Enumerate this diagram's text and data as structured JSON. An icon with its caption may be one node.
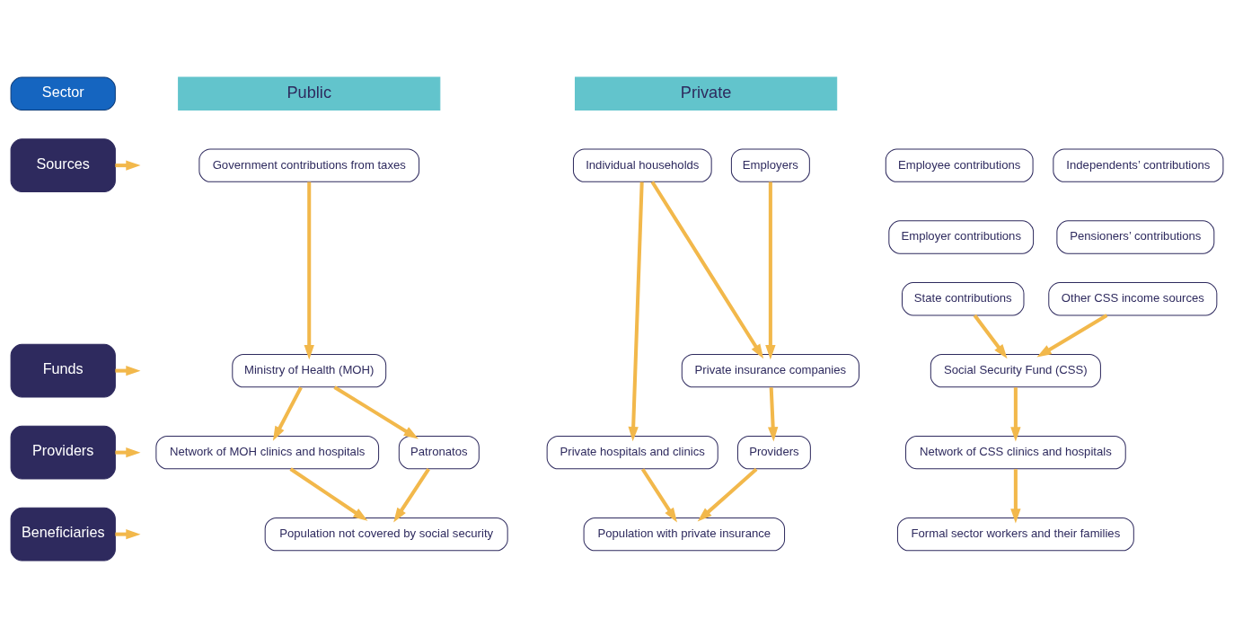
{
  "diagram": {
    "nodes": [
      {
        "text": [
          "Sector"
        ]
      },
      {
        "text": [
          "Sources"
        ]
      },
      {
        "text": [
          "Funds"
        ]
      },
      {
        "text": [
          "Providers"
        ]
      },
      {
        "text": [
          "Beneficiaries"
        ]
      },
      {
        "text": [
          "Public"
        ]
      },
      {
        "text": [
          "Private"
        ]
      },
      {
        "text": [
          "Government contributions from taxes"
        ]
      },
      {
        "text": [
          "Employee contributions"
        ]
      },
      {
        "text": [
          "Independents’ contributions"
        ]
      },
      {
        "text": [
          "Employer contributions"
        ]
      },
      {
        "text": [
          "Pensioners’ contributions"
        ]
      },
      {
        "text": [
          "State contributions"
        ]
      },
      {
        "text": [
          "Other CSS income sources"
        ]
      },
      {
        "text": [
          "Individual households"
        ]
      },
      {
        "text": [
          "Employers"
        ]
      },
      {
        "text": [
          "Ministry of Health (MOH)"
        ]
      },
      {
        "text": [
          "Social Security Fund (CSS)"
        ]
      },
      {
        "text": [
          "Private insurance companies"
        ]
      },
      {
        "text": [
          "Network of MOH clinics and hospitals"
        ]
      },
      {
        "text": [
          "Patronatos"
        ]
      },
      {
        "text": [
          "Network of CSS clinics and hospitals"
        ]
      },
      {
        "text": [
          "Private hospitals and clinics"
        ]
      },
      {
        "text": [
          "Providers"
        ]
      },
      {
        "text": [
          "Population not covered by social security"
        ]
      },
      {
        "text": [
          "Formal sector workers and their families"
        ]
      },
      {
        "text": [
          "Population with private insurance"
        ]
      }
    ],
    "edges": [
      {
        "from": 1,
        "to": null,
        "arrow": "to"
      },
      {
        "from": 2,
        "to": null,
        "arrow": "to"
      },
      {
        "from": 3,
        "to": null,
        "arrow": "to"
      },
      {
        "from": 4,
        "to": null,
        "arrow": "to"
      },
      {
        "from": 7,
        "to": 16,
        "arrow": "to"
      },
      {
        "from": 12,
        "to": 17,
        "arrow": "to"
      },
      {
        "from": 13,
        "to": 17,
        "arrow": "to"
      },
      {
        "from": 14,
        "to": 22,
        "arrow": "to"
      },
      {
        "from": 14,
        "to": 18,
        "arrow": "to"
      },
      {
        "from": 15,
        "to": 18,
        "arrow": "to"
      },
      {
        "from": 16,
        "to": 19,
        "arrow": "to"
      },
      {
        "from": 16,
        "to": 20,
        "arrow": "to"
      },
      {
        "from": 17,
        "to": 21,
        "arrow": "to"
      },
      {
        "from": 18,
        "to": 23,
        "arrow": "to"
      },
      {
        "from": 19,
        "to": 24,
        "arrow": "to"
      },
      {
        "from": 20,
        "to": 24,
        "arrow": "to"
      },
      {
        "from": 21,
        "to": 25,
        "arrow": "to"
      },
      {
        "from": 22,
        "to": 26,
        "arrow": "to"
      },
      {
        "from": 23,
        "to": 26,
        "arrow": "to"
      }
    ]
  }
}
